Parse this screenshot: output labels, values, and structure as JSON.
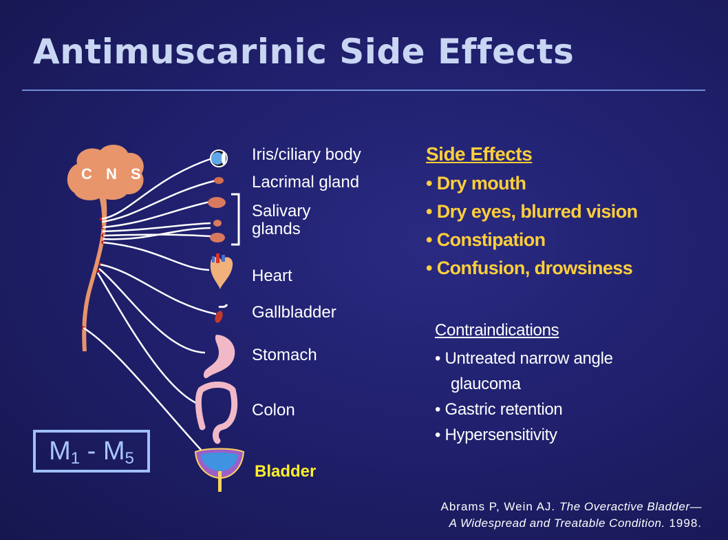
{
  "slide": {
    "title": "Antimuscarinic Side Effects",
    "cns_label": "C N S",
    "receptor_label": {
      "prefix": "M",
      "sub1": "1",
      "dash": " - ",
      "prefix2": "M",
      "sub2": "5"
    }
  },
  "organs": [
    {
      "label": "Iris/ciliary  body",
      "icon": "eye-icon"
    },
    {
      "label": "Lacrimal  gland",
      "icon": "lacrimal-gland-icon"
    },
    {
      "label": "Salivary",
      "icon": "salivary-gland-icon"
    },
    {
      "label": "glands",
      "icon": "salivary-gland-icon"
    },
    {
      "label": "Heart",
      "icon": "heart-icon"
    },
    {
      "label": "Gallbladder",
      "icon": "gallbladder-icon"
    },
    {
      "label": "Stomach",
      "icon": "stomach-icon"
    },
    {
      "label": "Colon",
      "icon": "colon-icon"
    },
    {
      "label": "Bladder",
      "icon": "bladder-icon"
    }
  ],
  "side_effects": {
    "heading": "Side Effects",
    "items": [
      "• Dry mouth",
      "• Dry eyes, blurred vision",
      "• Constipation",
      "• Confusion, drowsiness"
    ]
  },
  "contraindications": {
    "heading": "Contraindications",
    "items": [
      "• Untreated narrow angle",
      "glaucoma",
      "• Gastric retention",
      "• Hypersensitivity"
    ]
  },
  "citation": {
    "line1_authors": "Abrams P, Wein AJ.",
    "line1_title": "The Overactive Bladder—",
    "line2_title": "A Widespread and Treatable Condition.",
    "line2_year": "1998."
  },
  "colors": {
    "title": "#c9d6f3",
    "accent": "#ffcf3a",
    "bladder_label": "#ffef2a",
    "brain": "#e8956b",
    "receptor_box": "#9fc0ff"
  }
}
